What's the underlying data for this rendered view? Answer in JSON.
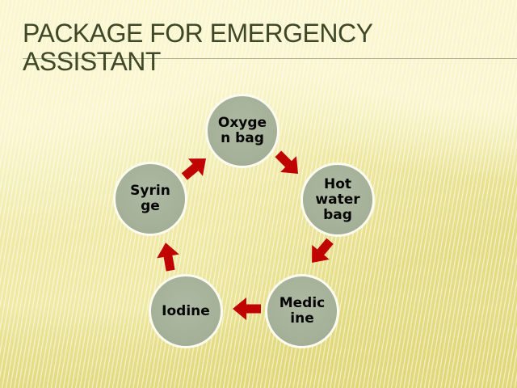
{
  "slide": {
    "title": "PACKAGE FOR EMERGENCY ASSISTANT"
  },
  "diagram": {
    "type": "cycle",
    "nodes": [
      {
        "label": "Oxygen bag",
        "lines": [
          "Oxyge",
          "n bag"
        ]
      },
      {
        "label": "Hot water bag",
        "lines": [
          "Hot",
          "water",
          "bag"
        ]
      },
      {
        "label": "Medicine",
        "lines": [
          "Medic",
          "ine"
        ]
      },
      {
        "label": "Iodine",
        "lines": [
          "Iodine"
        ]
      },
      {
        "label": "Syringe",
        "lines": [
          "Syrin",
          "ge"
        ]
      }
    ],
    "arrows": [
      {
        "from": "Syringe",
        "to": "Oxygen bag",
        "direction": "up-right"
      },
      {
        "from": "Oxygen bag",
        "to": "Hot water bag",
        "direction": "down-right"
      },
      {
        "from": "Hot water bag",
        "to": "Medicine",
        "direction": "down-left"
      },
      {
        "from": "Medicine",
        "to": "Iodine",
        "direction": "left"
      },
      {
        "from": "Iodine",
        "to": "Syringe",
        "direction": "up"
      }
    ]
  },
  "colors": {
    "background": "#efe9a4",
    "title_text": "#3f4727",
    "divider_line": "#a4ad8c",
    "node_fill": "#a5b199",
    "node_border": "#fbfbf0",
    "node_text": "#060606",
    "arrow": "#c00404"
  }
}
